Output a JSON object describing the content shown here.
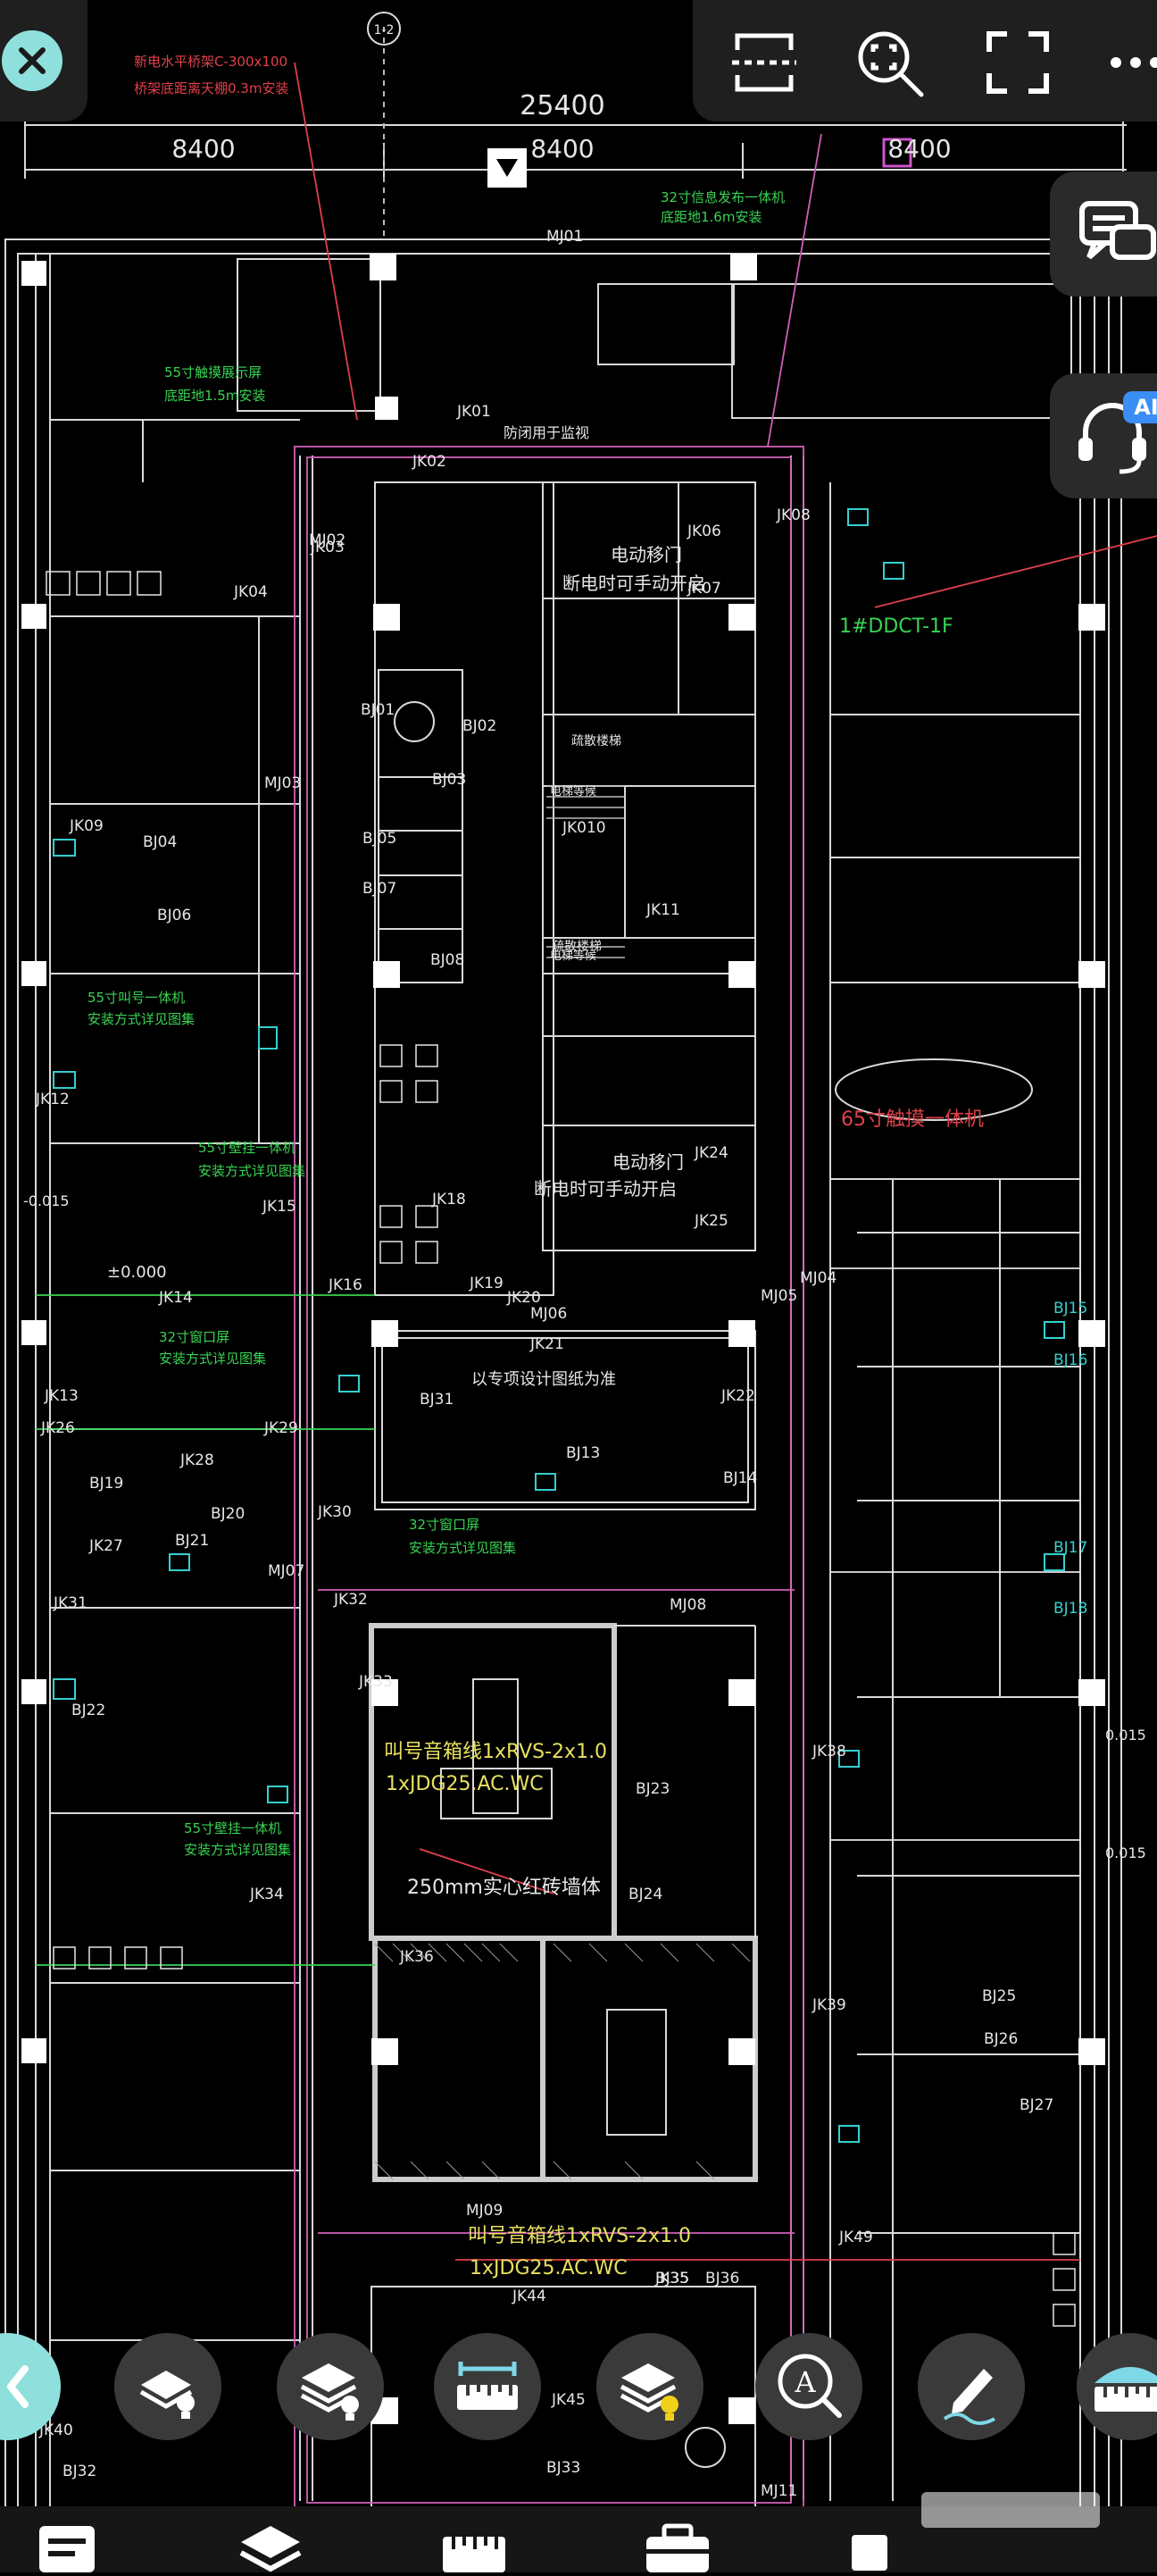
{
  "drawing": {
    "dims": {
      "total": "25400",
      "span_a": "8400",
      "span_b": "8400",
      "span_c": "8400"
    },
    "grid_ref": "1-2",
    "notes_top": [
      "新电水平桥架C-300x100",
      "桥架底距离天棚0.3m安装"
    ],
    "notes": [
      "32寸信息发布一体机",
      "底距地1.6m安装",
      "55寸触摸展示屏",
      "底距地1.5m安装",
      "55寸叫号一体机",
      "安装方式详见图集",
      "55寸壁挂一体机",
      "安装方式详见图集",
      "32寸窗口屏",
      "安装方式详见图集",
      "55寸壁挂一体机",
      "安装方式详见图集",
      "32寸窗口屏",
      "安装方式详见图集",
      "以专项设计图纸为准",
      "叫号音箱线1xRVS-2x1.0",
      "1xJDG25.AC.WC",
      "250mm实心红砖墙体",
      "叫号音箱线1xRVS-2x1.0",
      "1xJDG25.AC.WC",
      "电动移门",
      "断电时可手动开启",
      "电动移门",
      "断电时可手动开启",
      "疏散楼梯",
      "疏散楼梯",
      "电梯等候",
      "电梯等候",
      "1#DDCT-1F",
      "65寸触摸一体机",
      "±0.000",
      "-0.015",
      "0.015",
      "0.015",
      "防闭用于监视"
    ],
    "tags": [
      "JK01",
      "JK02",
      "JK03",
      "JK04",
      "JK06",
      "JK07",
      "JK08",
      "JK09",
      "JK010",
      "JK11",
      "JK12",
      "JK13",
      "JK14",
      "JK15",
      "JK16",
      "JK18",
      "JK19",
      "JK20",
      "JK21",
      "JK22",
      "JK24",
      "JK25",
      "JK26",
      "JK27",
      "JK28",
      "JK29",
      "JK30",
      "JK31",
      "JK32",
      "JK33",
      "JK34",
      "JK35",
      "JK36",
      "JK38",
      "JK39",
      "JK40",
      "JK44",
      "JK45",
      "JK49",
      "BJ01",
      "BJ02",
      "BJ03",
      "BJ04",
      "BJ05",
      "BJ06",
      "BJ07",
      "BJ08",
      "BJ13",
      "BJ14",
      "BJ15",
      "BJ16",
      "BJ17",
      "BJ18",
      "BJ19",
      "BJ20",
      "BJ21",
      "BJ22",
      "BJ23",
      "BJ24",
      "BJ25",
      "BJ26",
      "BJ27",
      "BJ31",
      "BJ32",
      "BJ33",
      "BJ35",
      "BJ36",
      "MJ01",
      "MJ02",
      "MJ03",
      "MJ04",
      "MJ05",
      "MJ06",
      "MJ07",
      "MJ08",
      "MJ09",
      "MJ11"
    ]
  },
  "toolbar": {
    "close": "close-icon",
    "crop": "crop-icon",
    "zoom_region": "zoom-region-icon",
    "fullscreen": "fullscreen-icon",
    "more": "more-icon"
  },
  "side": {
    "chat": "chat-icon",
    "ai_badge": "AI"
  },
  "bottom_tools": [
    "layer-bulb-icon",
    "layers-bulb-icon",
    "measure-icon",
    "layers-yellow-bulb-icon",
    "text-search-icon",
    "markup-pen-icon",
    "ruler-icon"
  ],
  "tabs": [
    "document-icon",
    "layers-icon",
    "ruler-icon",
    "toolbox-icon",
    "more-icon"
  ],
  "colors": {
    "bg": "#000000",
    "accent": "#8fe0dc",
    "cad_white": "#e6e6e6",
    "cad_green": "#39d353",
    "cad_cyan": "#35d0d0",
    "cad_red": "#e0404a",
    "cad_magenta": "#cc55cc",
    "cad_yellow": "#e8e060"
  }
}
